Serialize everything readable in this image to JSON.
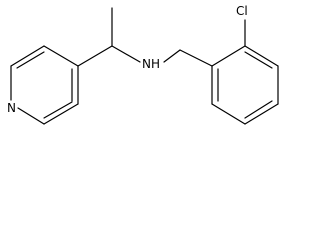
{
  "molecule": {
    "atoms": {
      "pyridine_n": "N",
      "amine": "NH",
      "chlorine": "Cl"
    }
  },
  "colors": {
    "bond": "#000000",
    "background": "#ffffff"
  }
}
